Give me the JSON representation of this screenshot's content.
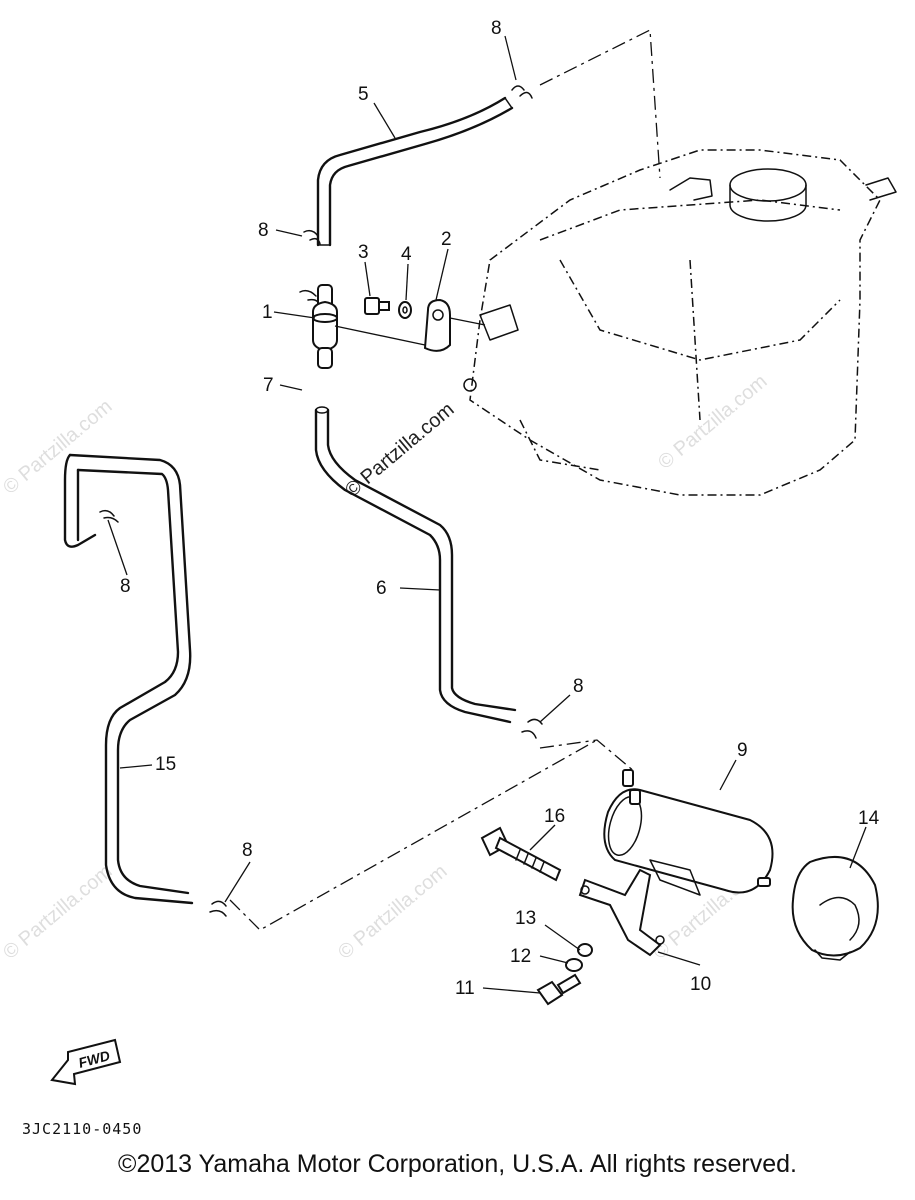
{
  "diagram": {
    "code": "3JC2110-0450",
    "copyright": "©2013 Yamaha Motor Corporation, U.S.A. All rights reserved.",
    "fwd_label": "FWD",
    "watermark": "© Partzilla.com",
    "callouts": {
      "c1": "1",
      "c2": "2",
      "c3": "3",
      "c4": "4",
      "c5": "5",
      "c6": "6",
      "c7": "7",
      "c8a": "8",
      "c8b": "8",
      "c8c": "8",
      "c8d": "8",
      "c8e": "8",
      "c9": "9",
      "c10": "10",
      "c11": "11",
      "c12": "12",
      "c13": "13",
      "c14": "14",
      "c15": "15",
      "c16": "16"
    }
  }
}
